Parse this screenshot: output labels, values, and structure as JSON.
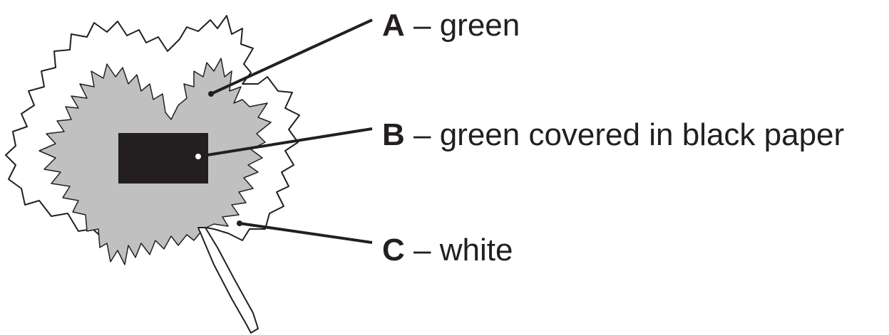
{
  "labels": [
    {
      "letter": "A",
      "separator": " – ",
      "text": "green"
    },
    {
      "letter": "B",
      "separator": " – ",
      "text": "green covered in black paper"
    },
    {
      "letter": "C",
      "separator": " – ",
      "text": "white"
    }
  ],
  "colors": {
    "green_region": "#c0c0c0",
    "black_paper": "#231f20",
    "white_region": "#ffffff",
    "outline": "#231f20"
  }
}
